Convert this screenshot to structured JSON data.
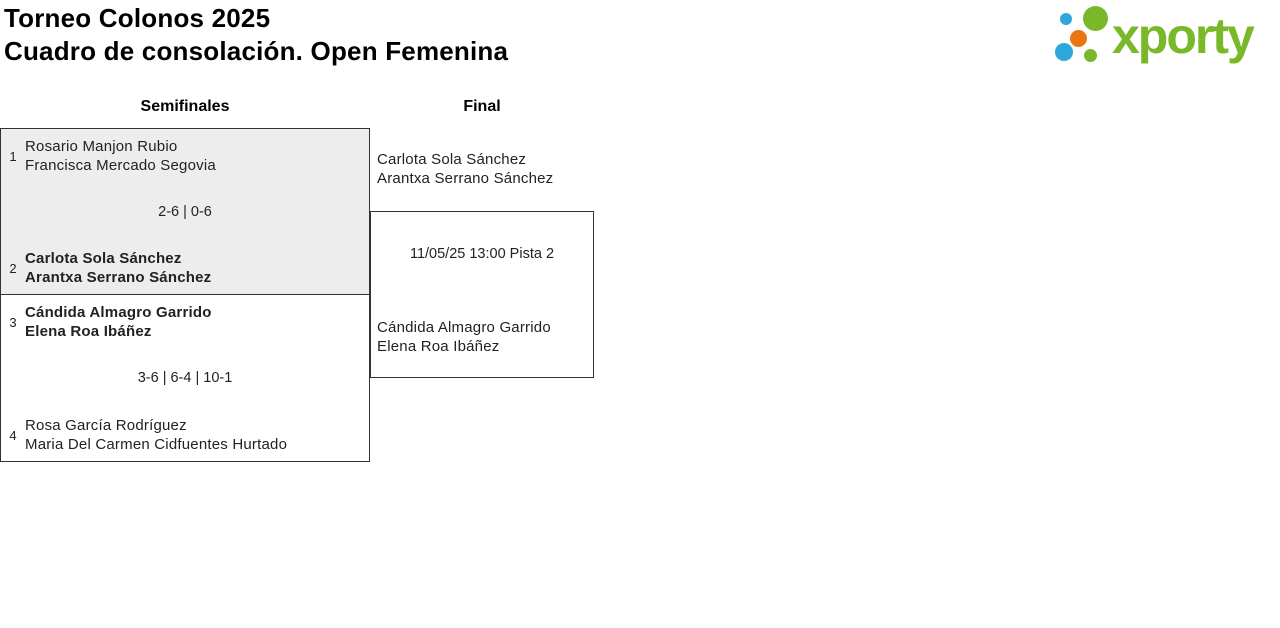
{
  "title": {
    "line1": "Torneo Colonos 2025",
    "line2": "Cuadro de consolación. Open Femenina"
  },
  "logo": {
    "wordmark": "xporty",
    "brand_colors": {
      "green": "#79b829",
      "blue": "#2da7db",
      "orange": "#e8770e"
    }
  },
  "columns": {
    "semifinals_label": "Semifinales",
    "final_label": "Final"
  },
  "bracket": {
    "semifinal_1": {
      "team1": {
        "seed": "1",
        "players": [
          "Rosario Manjon Rubio",
          "Francisca Mercado Segovia"
        ],
        "winner": false
      },
      "score": "2-6 | 0-6",
      "team2": {
        "seed": "2",
        "players": [
          "Carlota Sola Sánchez",
          "Arantxa Serrano Sánchez"
        ],
        "winner": true
      }
    },
    "semifinal_2": {
      "team1": {
        "seed": "3",
        "players": [
          "Cándida Almagro Garrido",
          "Elena Roa Ibáñez"
        ],
        "winner": true
      },
      "score": "3-6 | 6-4 | 10-1",
      "team2": {
        "seed": "4",
        "players": [
          "Rosa García Rodríguez",
          "Maria Del Carmen Cidfuentes Hurtado"
        ],
        "winner": false
      }
    },
    "final": {
      "team1": {
        "players": [
          "Carlota Sola Sánchez",
          "Arantxa Serrano Sánchez"
        ]
      },
      "schedule": "11/05/25 13:00 Pista 2",
      "team2": {
        "players": [
          "Cándida Almagro Garrido",
          "Elena Roa Ibáñez"
        ]
      }
    }
  },
  "ui_colors": {
    "match_highlight_bg": "#ededed",
    "box_border": "#333333",
    "text": "#222222"
  }
}
